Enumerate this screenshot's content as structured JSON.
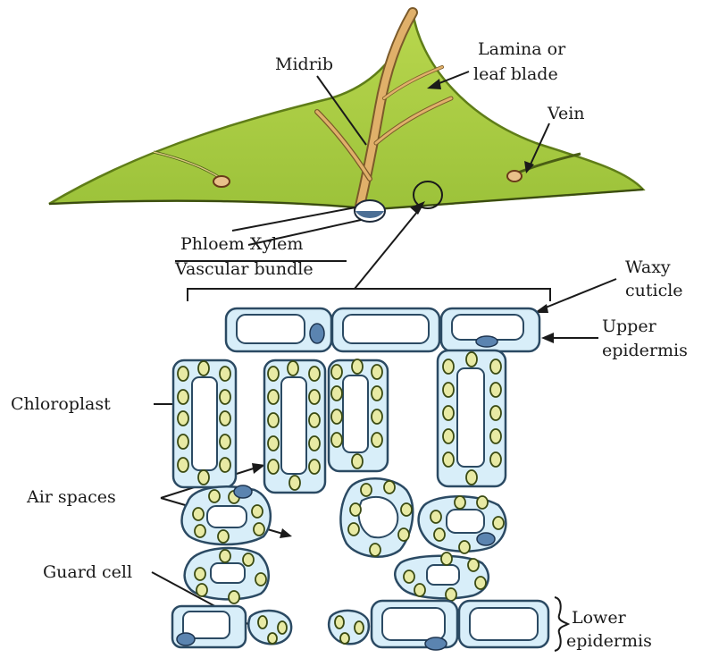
{
  "labels": {
    "midrib": "Midrib",
    "lamina_line1": "Lamina or",
    "lamina_line2": "leaf blade",
    "vein": "Vein",
    "phloem_xylem": "Phloem Xylem",
    "vascular_bundle": "Vascular bundle",
    "waxy_line1": "Waxy",
    "waxy_line2": "cuticle",
    "upper_line1": "Upper",
    "upper_line2": "epidermis",
    "chloroplast": "Chloroplast",
    "air_spaces": "Air spaces",
    "guard_cell": "Guard cell",
    "lower_line1": "Lower",
    "lower_line2": "epidermis"
  },
  "colors": {
    "leaf_fill": "#b5d44a",
    "leaf_edge": "#6f8f1f",
    "midrib": "#d9a860",
    "cell_fill": "#d8eef9",
    "cell_edge": "#2b4a63",
    "chloroplast": "#e8eaa4",
    "nucleus": "#5b84b0"
  }
}
